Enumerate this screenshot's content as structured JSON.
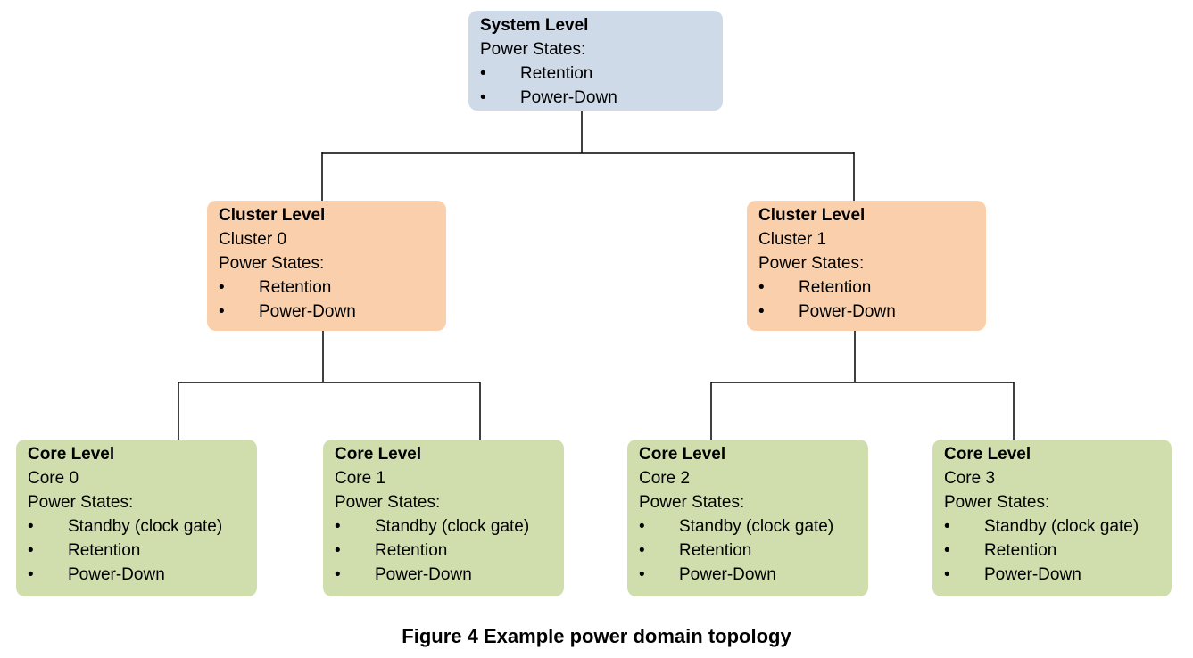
{
  "figure": {
    "caption": "Figure 4 Example power domain topology"
  },
  "glyphs": {
    "bullet": "•"
  },
  "colors": {
    "system_fill": "#CFDAE8",
    "cluster_fill": "#FAD0AC",
    "core_fill": "#D0DEAE",
    "line_color": "#000000",
    "text_color": "#000000",
    "page_bg": "#FFFFFF"
  },
  "nodes": {
    "system": {
      "title": "System Level",
      "power_label": "Power States:",
      "states": [
        "Retention",
        "Power-Down"
      ]
    },
    "cluster0": {
      "title": "Cluster Level",
      "name": "Cluster 0",
      "power_label": "Power States:",
      "states": [
        "Retention",
        "Power-Down"
      ]
    },
    "cluster1": {
      "title": "Cluster Level",
      "name": "Cluster 1",
      "power_label": "Power States:",
      "states": [
        "Retention",
        "Power-Down"
      ]
    },
    "core0": {
      "title": "Core Level",
      "name": "Core 0",
      "power_label": "Power States:",
      "states": [
        "Standby (clock gate)",
        "Retention",
        "Power-Down"
      ]
    },
    "core1": {
      "title": "Core Level",
      "name": "Core 1",
      "power_label": "Power States:",
      "states": [
        "Standby (clock gate)",
        "Retention",
        "Power-Down"
      ]
    },
    "core2": {
      "title": "Core Level",
      "name": "Core 2",
      "power_label": "Power States:",
      "states": [
        "Standby (clock gate)",
        "Retention",
        "Power-Down"
      ]
    },
    "core3": {
      "title": "Core Level",
      "name": "Core 3",
      "power_label": "Power States:",
      "states": [
        "Standby (clock gate)",
        "Retention",
        "Power-Down"
      ]
    }
  }
}
